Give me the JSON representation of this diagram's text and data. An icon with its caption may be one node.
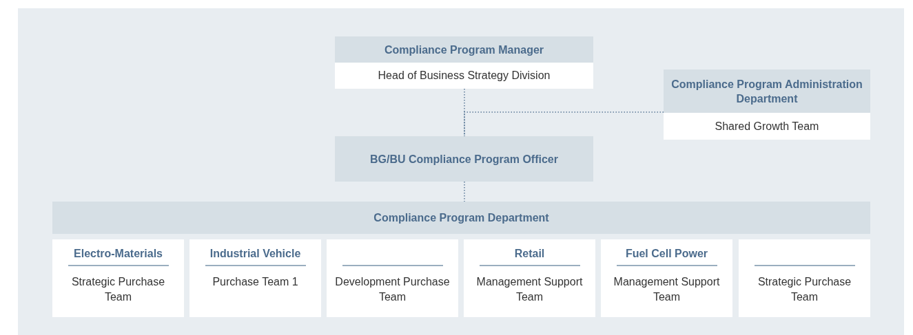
{
  "diagram": {
    "nodes": [
      {
        "text": [
          "Compliance Program Manager",
          "Head of Business Strategy Division"
        ]
      },
      {
        "text": [
          "Compliance Program Administration Department",
          "Shared Growth Team"
        ]
      },
      {
        "text": [
          "BG/BU Compliance Program Officer"
        ]
      },
      {
        "text": [
          "Compliance Program Department"
        ]
      },
      {
        "text": [
          "Electro-Materials",
          "Strategic Purchase Team"
        ]
      },
      {
        "text": [
          "Industrial Vehicle",
          "Purchase Team 1"
        ]
      },
      {
        "text": [
          "Development Purchase Team"
        ]
      },
      {
        "text": [
          "Retail",
          "Management Support Team"
        ]
      },
      {
        "text": [
          "Fuel Cell Power",
          "Management Support Team"
        ]
      },
      {
        "text": [
          "Strategic Purchase Team"
        ]
      }
    ],
    "edges": [
      {
        "from": 0,
        "to": 2,
        "arrow": "none",
        "style": "dashed"
      },
      {
        "from": 1,
        "to": 2,
        "arrow": "none",
        "style": "dashed"
      },
      {
        "from": 2,
        "to": 3,
        "arrow": "none",
        "style": "dashed"
      }
    ]
  }
}
